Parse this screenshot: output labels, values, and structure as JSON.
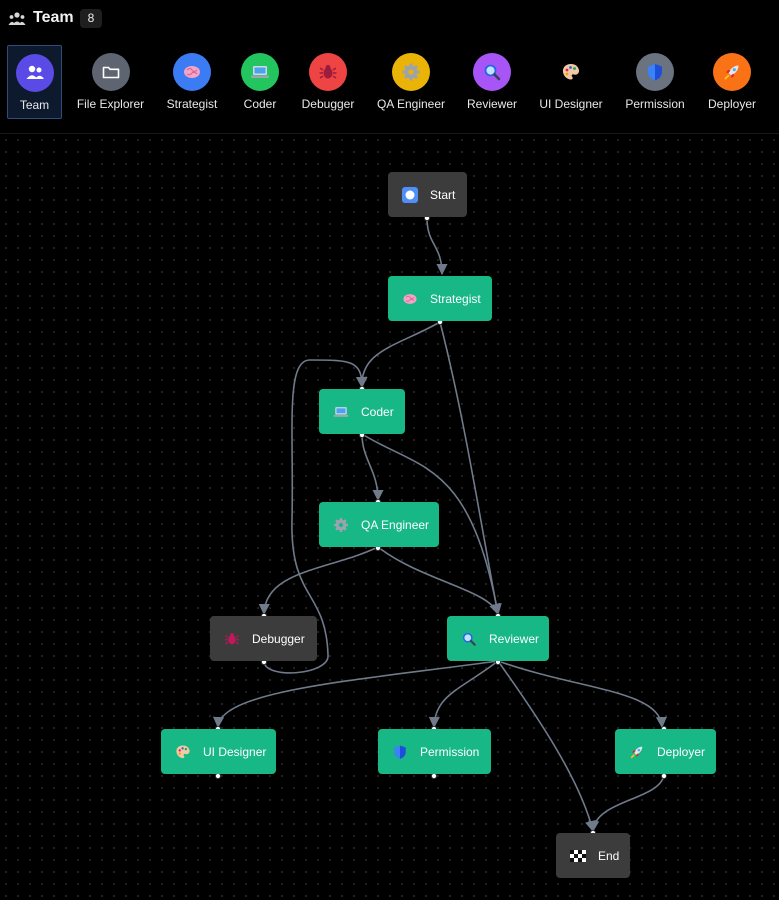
{
  "header": {
    "title": "Team",
    "count": "8"
  },
  "agents": [
    {
      "label": "Team",
      "icon": "team-icon",
      "color": "#5b4be6"
    },
    {
      "label": "File Explorer",
      "icon": "folder-icon",
      "color": "#5e6470"
    },
    {
      "label": "Strategist",
      "icon": "brain-icon",
      "color": "#3b7cf5"
    },
    {
      "label": "Coder",
      "icon": "laptop-icon",
      "color": "#22c55e"
    },
    {
      "label": "Debugger",
      "icon": "bug-icon",
      "color": "#ef4444"
    },
    {
      "label": "QA Engineer",
      "icon": "gear-icon",
      "color": "#eab308"
    },
    {
      "label": "Reviewer",
      "icon": "magnifier-icon",
      "color": "#a855f7"
    },
    {
      "label": "UI Designer",
      "icon": "palette-icon",
      "color": ""
    },
    {
      "label": "Permission",
      "icon": "shield-icon",
      "color": "#6b7280"
    },
    {
      "label": "Deployer",
      "icon": "rocket-icon",
      "color": "#f97316"
    }
  ],
  "nodes": {
    "start": {
      "label": "Start",
      "icon": "stop-square-icon"
    },
    "strategist": {
      "label": "Strategist",
      "icon": "brain-icon"
    },
    "coder": {
      "label": "Coder",
      "icon": "laptop-icon"
    },
    "qa": {
      "label": "QA Engineer",
      "icon": "gear-icon"
    },
    "debugger": {
      "label": "Debugger",
      "icon": "bug-icon"
    },
    "reviewer": {
      "label": "Reviewer",
      "icon": "magnifier-icon"
    },
    "ui": {
      "label": "UI Designer",
      "icon": "palette-icon"
    },
    "permission": {
      "label": "Permission",
      "icon": "shield-icon"
    },
    "deployer": {
      "label": "Deployer",
      "icon": "rocket-icon"
    },
    "end": {
      "label": "End",
      "icon": "checkered-flag-icon"
    }
  },
  "colors": {
    "node_active": "#17b886",
    "node_idle": "#3c3c3c",
    "edge": "#6f7a8a"
  }
}
